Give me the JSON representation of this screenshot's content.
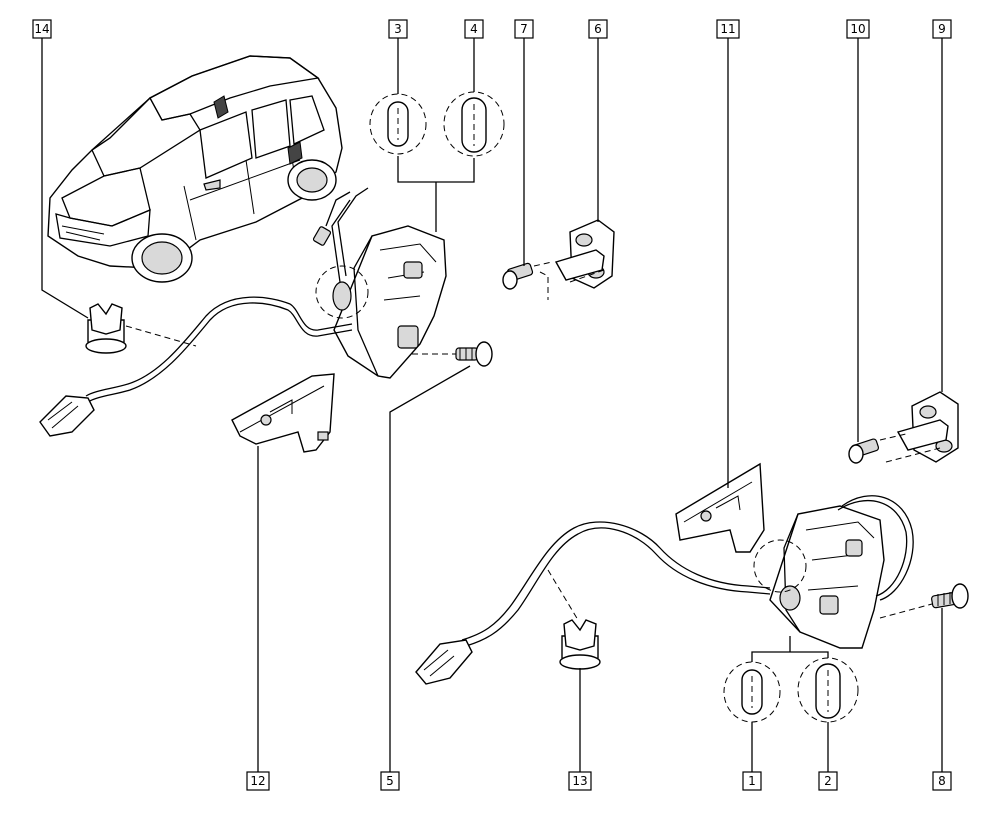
{
  "labels": [
    "14",
    "3",
    "4",
    "7",
    "6",
    "11",
    "10",
    "9",
    "12",
    "5",
    "13",
    "1",
    "2",
    "8"
  ]
}
